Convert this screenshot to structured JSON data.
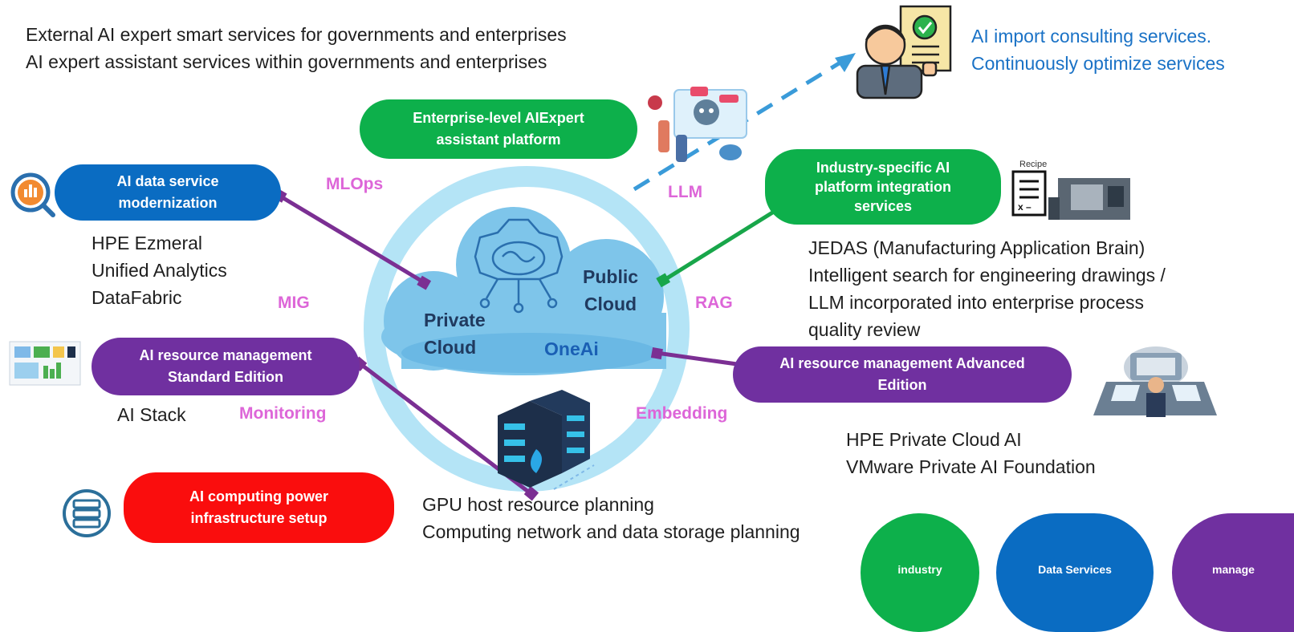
{
  "header": {
    "line1": "External AI expert smart services for governments and enterprises",
    "line2": "AI expert assistant services within governments and enterprises"
  },
  "consulting": {
    "line1": "AI import consulting services.",
    "line2": "Continuously optimize services"
  },
  "center": {
    "private_line1": "Private",
    "private_line2": "Cloud",
    "public_line1": "Public",
    "public_line2": "Cloud",
    "brand": "OneAi"
  },
  "tags": {
    "mlops": "MLOps",
    "llm": "LLM",
    "mig": "MIG",
    "rag": "RAG",
    "monitoring": "Monitoring",
    "embedding": "Embedding"
  },
  "pills": {
    "enterprise_expert": {
      "line1": "Enterprise-level AIExpert",
      "line2": "assistant platform"
    },
    "data_service": {
      "line1": "AI data service",
      "line2": "modernization"
    },
    "industry_platform": {
      "line1": "Industry-specific AI",
      "line2": "platform integration",
      "line3": "services"
    },
    "resource_std": {
      "line1": "AI resource management",
      "line2": "Standard Edition"
    },
    "resource_adv": {
      "line1": "AI resource management Advanced",
      "line2": "Edition"
    },
    "computing": {
      "line1": "AI computing power",
      "line2": "infrastructure setup"
    }
  },
  "details": {
    "ezmeral": [
      "HPE Ezmeral",
      "Unified Analytics",
      "DataFabric"
    ],
    "jedas": [
      "JEDAS (Manufacturing Application Brain)",
      "Intelligent search for engineering drawings /",
      "LLM incorporated into enterprise process",
      "quality review"
    ],
    "ai_stack": "AI Stack",
    "hpe_private": [
      "HPE Private Cloud AI",
      "VMware Private AI Foundation"
    ],
    "gpu": [
      "GPU host resource planning",
      "Computing network and data storage planning"
    ],
    "recipe_label": "Recipe"
  },
  "bottom_buttons": [
    {
      "label": "industry",
      "icon": "cloud-network-icon",
      "color": "#0db04b"
    },
    {
      "label": "Data Services",
      "icon": "shuffle-icon",
      "color": "#0a6cc2"
    },
    {
      "label": "manage",
      "icon": "sliders-icon",
      "color": "#7030a0"
    }
  ],
  "colors": {
    "green": "#0db04b",
    "blue": "#0a6cc2",
    "purple": "#7030a0",
    "red": "#fa0d0d",
    "tag_pink": "#dd66d8",
    "consulting_blue": "#1a72c6",
    "ring": "#b4e4f6",
    "cloud": "#7ec5ea"
  }
}
